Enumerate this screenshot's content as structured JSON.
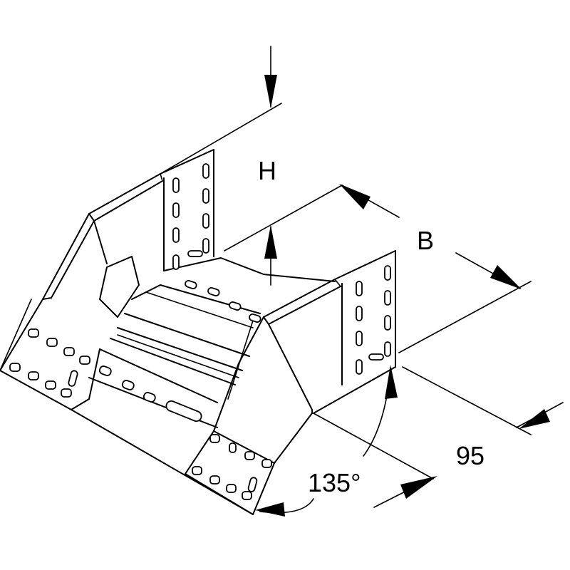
{
  "dimensions": {
    "height_label": "H",
    "width_label": "B",
    "length_label": "95",
    "angle_label": "135°"
  }
}
